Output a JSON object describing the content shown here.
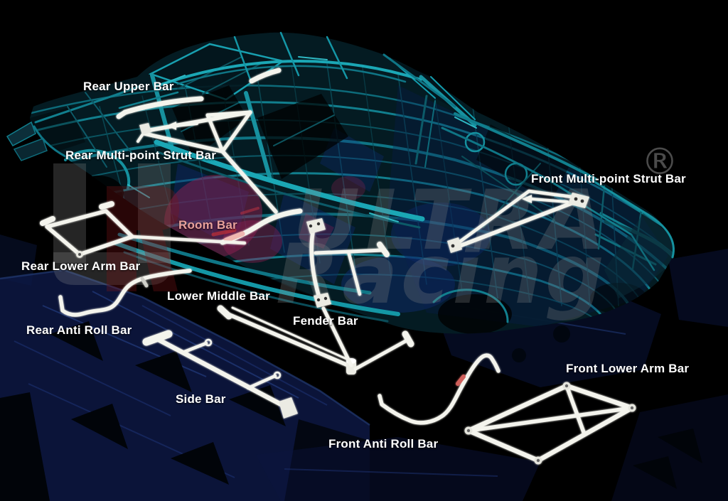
{
  "title": "Ultra Racing strut and stabilizer bars installation diagram",
  "watermark": {
    "monogram_u": "U",
    "monogram_r": "R",
    "line1": "ULTRA",
    "line2": "Racing",
    "registered": "®"
  },
  "palette": {
    "background": "#000000",
    "bar_white": "#f4f4ed",
    "label_white": "#ffffff",
    "room_bar_label": "#e8a19b",
    "body_teal": "#15919f",
    "body_cyan": "#35c8d2",
    "chassis_navy": "#0d1846",
    "interior_blue": "#12307f",
    "interior_magenta": "#8e2050",
    "watermark_gray": "#7d7d7d",
    "watermark_red": "#96191c"
  },
  "labels": [
    {
      "id": "rear-upper-bar",
      "text": "Rear Upper Bar"
    },
    {
      "id": "rear-multi-point-strut-bar",
      "text": "Rear Multi-point Strut Bar"
    },
    {
      "id": "front-multi-point-strut-bar",
      "text": "Front Multi-point Strut Bar"
    },
    {
      "id": "room-bar",
      "text": "Room Bar"
    },
    {
      "id": "rear-lower-arm-bar",
      "text": "Rear Lower Arm Bar"
    },
    {
      "id": "lower-middle-bar",
      "text": "Lower Middle Bar"
    },
    {
      "id": "rear-anti-roll-bar",
      "text": "Rear Anti Roll Bar"
    },
    {
      "id": "fender-bar",
      "text": "Fender Bar"
    },
    {
      "id": "front-lower-arm-bar",
      "text": "Front Lower Arm Bar"
    },
    {
      "id": "side-bar",
      "text": "Side Bar"
    },
    {
      "id": "front-anti-roll-bar",
      "text": "Front Anti Roll Bar"
    }
  ]
}
